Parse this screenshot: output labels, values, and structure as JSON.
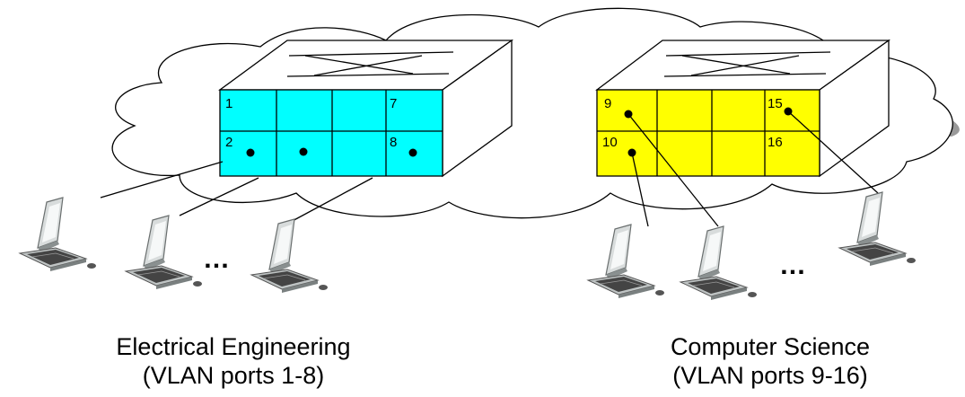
{
  "groups": [
    {
      "name": "Electrical Engineering",
      "subtitle": "(VLAN ports 1-8)",
      "switch_color": "#00ffff",
      "port_labels": [
        "1",
        "7",
        "2",
        "8"
      ],
      "ellipsis": "…"
    },
    {
      "name": "Computer Science",
      "subtitle": "(VLAN ports 9-16)",
      "switch_color": "#ffff00",
      "port_labels": [
        "9",
        "15",
        "10",
        "16"
      ],
      "ellipsis": "…"
    }
  ],
  "icons": {
    "cloud": "cloud-icon",
    "switch": "switch-icon",
    "computer": "desktop-computer-icon"
  }
}
